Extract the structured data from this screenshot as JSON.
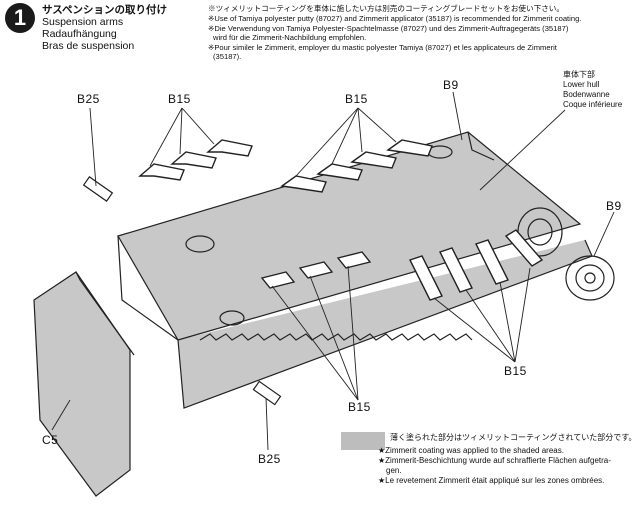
{
  "step": {
    "number": "1"
  },
  "title": {
    "ja": "サスペンションの取り付け",
    "en": "Suspension arms",
    "de": "Radaufhängung",
    "fr": "Bras de suspension"
  },
  "note": {
    "lines": [
      "※ツィメリットコーティングを車体に施したい方は別売のコーティングブレードセットをお使い下さい。",
      "※Use of Tamiya polyester putty (87027) and Zimmerit applicator (35187) is recommended for Zimmerit coating.",
      "※Die Verwendung von Tamiya Polyester-Spachtelmasse (87027) und des Zimmerit-Auftragegeräts (35187)",
      "wird für die Zimmerit-Nachbildung empfohlen.",
      "※Pour similer le Zimmerit, employer du mastic polyester Tamiya (87027) et les applicateurs de Zimmerit",
      "(35187)."
    ]
  },
  "hull_label": {
    "lines": [
      "車体下部",
      "Lower hull",
      "Bodenwanne",
      "Coque inférieure"
    ]
  },
  "parts": {
    "b25_top": "B25",
    "b15_top_left": "B15",
    "b15_top_mid": "B15",
    "b9_top": "B9",
    "b9_right": "B9",
    "c5": "C5",
    "b15_bottom_right": "B15",
    "b15_bottom_mid": "B15",
    "b25_bottom": "B25"
  },
  "legend": {
    "swatch_color": "#bdbdbd",
    "lines": [
      "薄く塗られた部分はツィメリットコーティングされていた部分です。",
      "★Zimmerit coating was applied to the shaded areas.",
      "★Zimmerit-Beschichtung wurde auf schraffierte Flächen aufgetra-",
      "gen.",
      "★Le revetement Zimmerit était appliqué sur les zones ombrées."
    ]
  }
}
